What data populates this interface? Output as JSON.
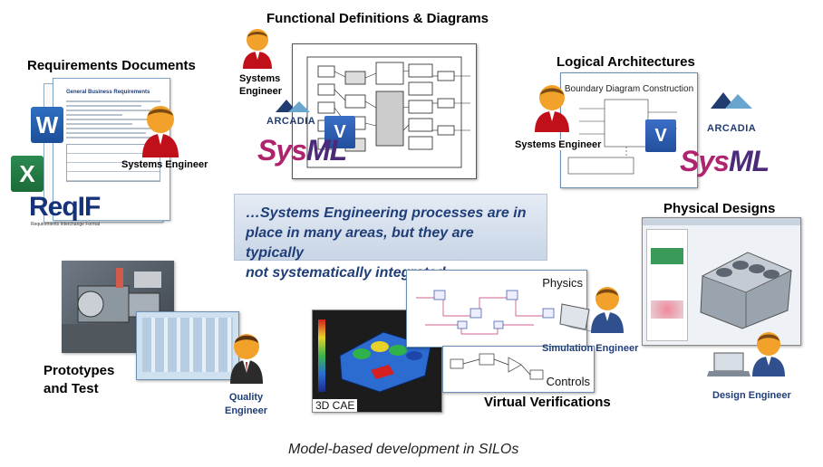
{
  "sections": {
    "requirements": {
      "title": "Requirements Documents",
      "role": "Systems Engineer",
      "reqif": "ReqIF",
      "reqif_sub": "Requirements Interchange Format",
      "doc_heading": "General Business Requirements"
    },
    "functional": {
      "title": "Functional Definitions & Diagrams",
      "role_line1": "Systems",
      "role_line2": "Engineer",
      "arcadia": "ARCADIA",
      "sysml_a": "Sys",
      "sysml_b": "ML"
    },
    "logical": {
      "title": "Logical Architectures",
      "role": "Systems Engineer",
      "diagram_title": "Boundary Diagram Construction",
      "arcadia": "ARCADIA",
      "sysml_a": "Sys",
      "sysml_b": "ML"
    },
    "physical": {
      "title": "Physical Designs",
      "role": "Design Engineer"
    },
    "prototypes": {
      "title_line1": "Prototypes",
      "title_line2": "and Test",
      "role_line1": "Quality",
      "role_line2": "Engineer"
    },
    "virtual": {
      "title": "Virtual Verifications",
      "label_physics": "Physics",
      "label_controls": "Controls",
      "label_cae": "3D CAE",
      "role": "Simulation Engineer"
    }
  },
  "callout": {
    "line1": "…Systems Engineering processes are in",
    "line2": "place in many areas, but they are typically",
    "line3": "not systematically integrated…"
  },
  "caption": "Model-based development in SILOs",
  "icons": {
    "word": "W",
    "excel": "X",
    "visio": "V"
  },
  "colors": {
    "person_head": "#f2a12b",
    "person_body": "#c0101a",
    "callout_text": "#1f3e78",
    "sysml_pink": "#b0236e",
    "sysml_purple": "#4b2a7a"
  }
}
